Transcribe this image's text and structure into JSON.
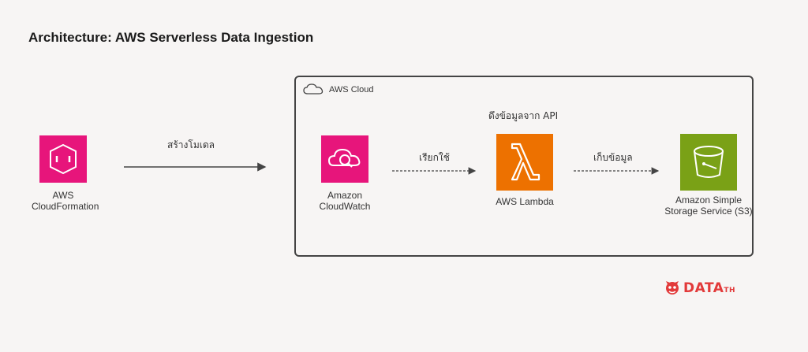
{
  "title": "Architecture: AWS Serverless Data Ingestion",
  "group": {
    "label": "AWS Cloud"
  },
  "nodes": {
    "cloudformation": {
      "label": "AWS CloudFormation",
      "icon": "cloudformation-icon",
      "color": "#e7157b"
    },
    "cloudwatch": {
      "label": "Amazon CloudWatch",
      "icon": "cloudwatch-icon",
      "color": "#e7157b"
    },
    "lambda": {
      "label": "AWS Lambda",
      "icon": "lambda-icon",
      "color": "#ed7100"
    },
    "s3": {
      "label": "Amazon Simple Storage Service (S3)",
      "icon": "s3-icon",
      "color": "#7aa116"
    }
  },
  "edges": {
    "create_model": "สร้างโมเดล",
    "invoke": "เรียกใช้",
    "fetch_api": "ดึงข้อมูลจาก API",
    "store_data": "เก็บข้อมูล"
  },
  "logo": {
    "text": "DATA",
    "suffix": "TH",
    "color": "#e23a3a"
  }
}
